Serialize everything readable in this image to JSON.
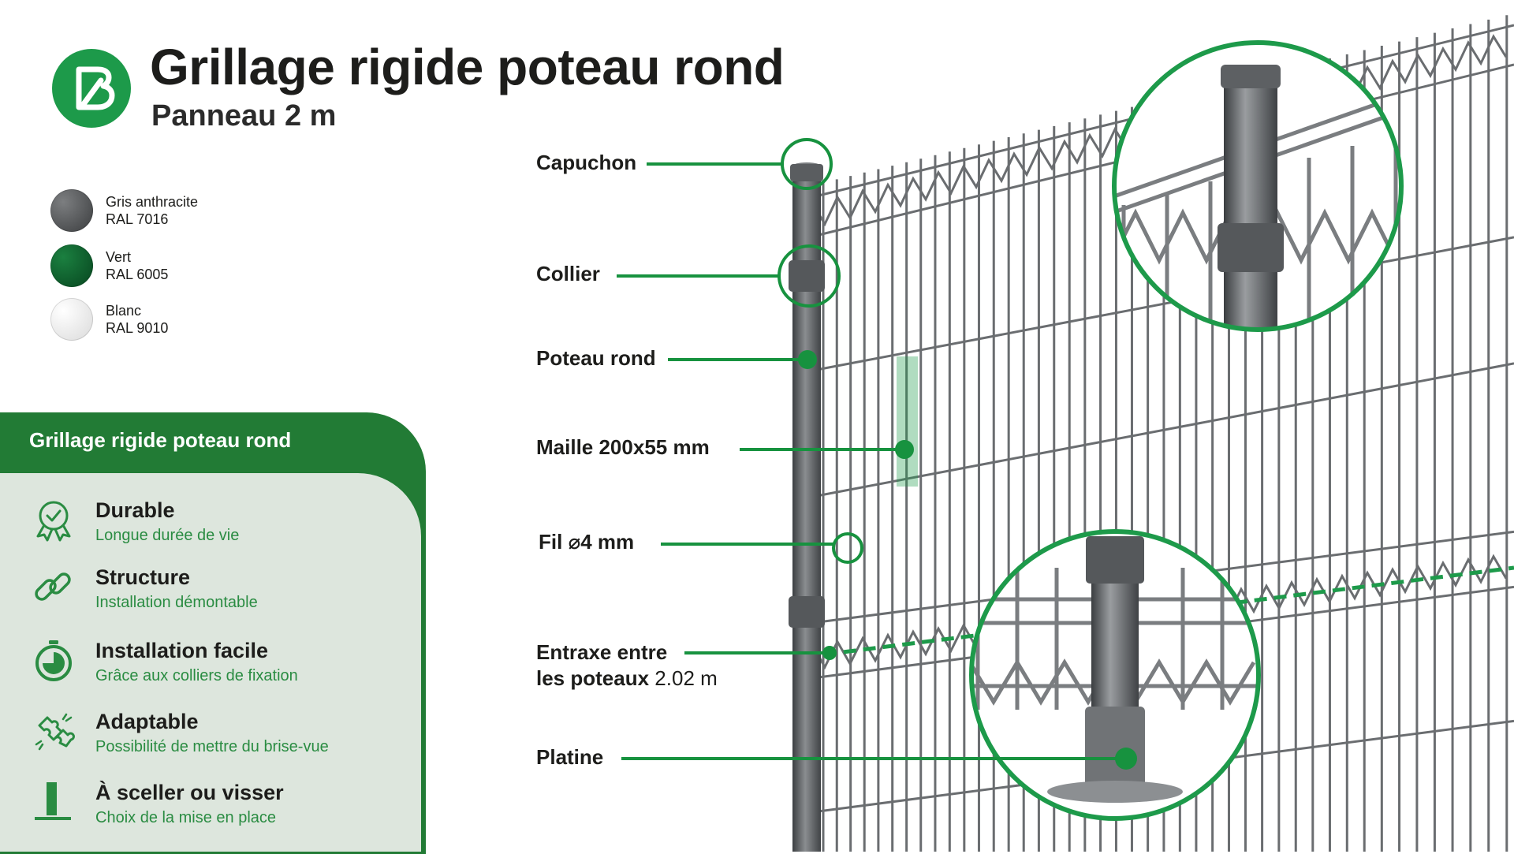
{
  "header": {
    "title": "Grillage rigide poteau rond",
    "subtitle": "Panneau 2 m"
  },
  "colors": [
    {
      "name": "Gris anthracite",
      "ral": "RAL 7016",
      "hex": "#4a4c4e"
    },
    {
      "name": "Vert",
      "ral": "RAL 6005",
      "hex": "#0d5a2c"
    },
    {
      "name": "Blanc",
      "ral": "RAL 9010",
      "hex": "#f3f3f3"
    }
  ],
  "features_panel": {
    "title": "Grillage rigide poteau rond",
    "items": [
      {
        "name": "Durable",
        "desc": "Longue durée de vie",
        "icon": "award-ribbon-icon"
      },
      {
        "name": "Structure",
        "desc": "Installation démontable",
        "icon": "chain-link-icon"
      },
      {
        "name": "Installation facile",
        "desc": "Grâce aux colliers de fixation",
        "icon": "stopwatch-icon"
      },
      {
        "name": "Adaptable",
        "desc": "Possibilité de mettre du brise-vue",
        "icon": "puzzle-piece-icon"
      },
      {
        "name": "À sceller ou visser",
        "desc": "Choix de la mise en place",
        "icon": "post-in-ground-icon"
      }
    ]
  },
  "callouts": {
    "capuchon": "Capuchon",
    "collier": "Collier",
    "poteau": "Poteau rond",
    "maille": "Maille 200x55 mm",
    "fil_prefix": "Fil",
    "fil_symbol": "⌀",
    "fil_value": "4 mm",
    "entraxe_line1": "Entraxe entre",
    "entraxe_line2_bold": "les poteaux",
    "entraxe_value": "2.02 m",
    "platine": "Platine"
  },
  "theme": {
    "brand_green": "#1d9a4a",
    "panel_green": "#227b35",
    "panel_light": "#dde6dd",
    "callout_green": "#17923f",
    "metal_gray": "#5d6063"
  }
}
